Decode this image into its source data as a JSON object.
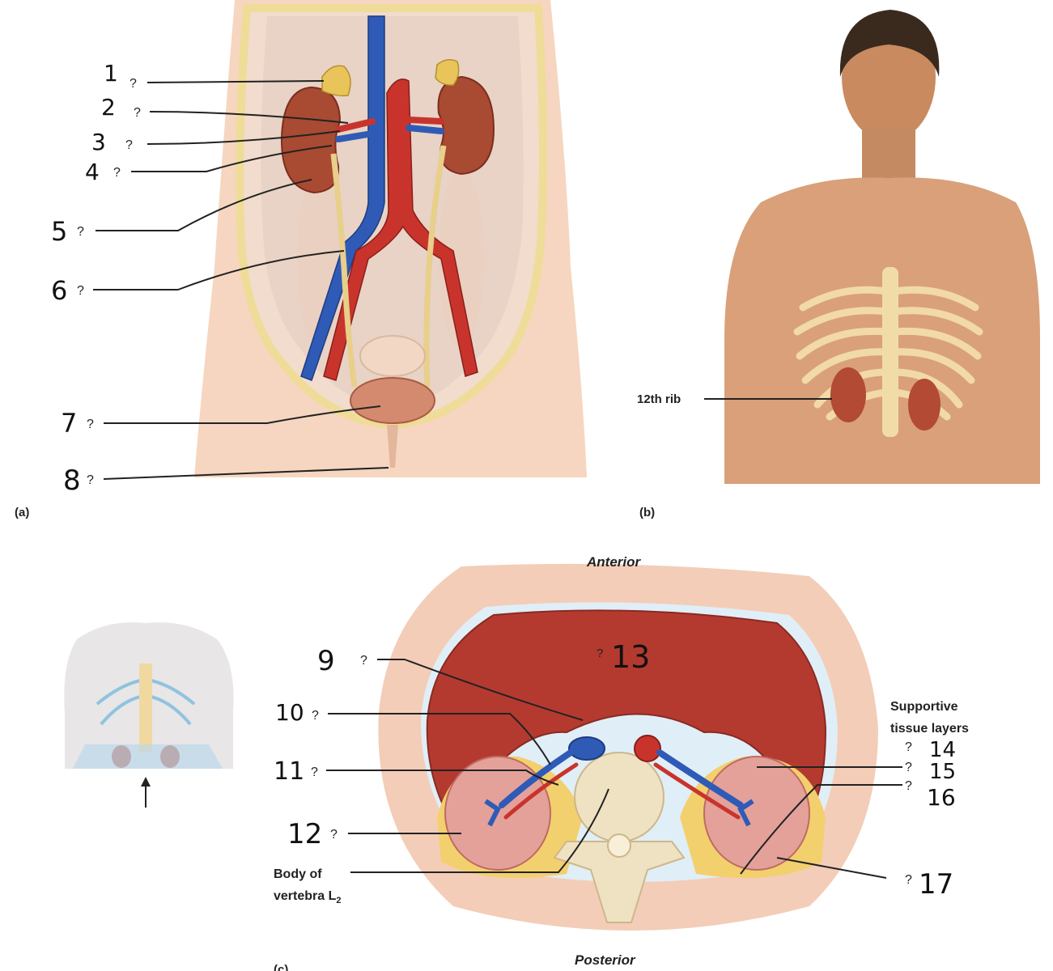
{
  "panels": {
    "a": {
      "tag": "(a)",
      "callouts": [
        {
          "number": "1",
          "mark": "?"
        },
        {
          "number": "2",
          "mark": "?"
        },
        {
          "number": "3",
          "mark": "?"
        },
        {
          "number": "4",
          "mark": "?"
        },
        {
          "number": "5",
          "mark": "?"
        },
        {
          "number": "6",
          "mark": "?"
        },
        {
          "number": "7",
          "mark": "?"
        },
        {
          "number": "8",
          "mark": "?"
        }
      ]
    },
    "b": {
      "tag": "(b)",
      "rib_label": "12th rib"
    },
    "c": {
      "tag": "(c)",
      "anterior": "Anterior",
      "posterior": "Posterior",
      "supportive_line1": "Supportive",
      "supportive_line2": "tissue layers",
      "vertebra_line1": "Body of",
      "vertebra_line2": "vertebra L",
      "vertebra_sub": "2",
      "callouts": [
        {
          "number": "9",
          "mark": "?"
        },
        {
          "number": "10",
          "mark": "?"
        },
        {
          "number": "11",
          "mark": "?"
        },
        {
          "number": "12",
          "mark": "?"
        },
        {
          "number": "13",
          "mark": "?"
        },
        {
          "number": "14",
          "mark": "?"
        },
        {
          "number": "15",
          "mark": "?"
        },
        {
          "number": "16",
          "mark": "?"
        },
        {
          "number": "17",
          "mark": "?"
        }
      ]
    }
  }
}
